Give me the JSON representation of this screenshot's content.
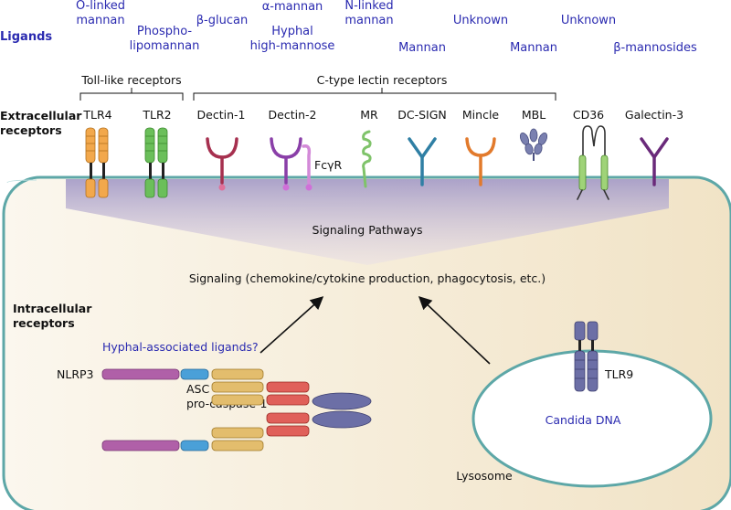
{
  "colors": {
    "cell_fill": "#f4ecd9",
    "cell_border": "#5da7a7",
    "ligand_text": "#2a2ab0",
    "tlr4": "#f2a84c",
    "tlr2": "#6bbf5a",
    "dectin1": "#a6304f",
    "dectin2": "#8a3fa8",
    "mr": "#7fc36a",
    "dcsign": "#2f7fa4",
    "mincle": "#e27a2c",
    "mbl": "#7a80b0",
    "galectin3": "#6a2a7a",
    "nlrp3": "#b060a8",
    "asc": "#e3bd6d",
    "caspase": "#e0605a",
    "tlr9": "#6c6fa6"
  },
  "ligands": {
    "title": "Ligands",
    "items": [
      {
        "lines": [
          "O-linked",
          "mannan"
        ]
      },
      {
        "lines": [
          "Phospho-",
          "lipomannan"
        ]
      },
      {
        "lines": [
          "β-glucan"
        ]
      },
      {
        "lines": [
          "α-mannan"
        ]
      },
      {
        "lines": [
          "Hyphal",
          "high-mannose"
        ]
      },
      {
        "lines": [
          "N-linked",
          "mannan"
        ]
      },
      {
        "lines": [
          "Unknown"
        ]
      },
      {
        "lines": [
          "Mannan"
        ]
      },
      {
        "lines": [
          "Mannan"
        ]
      },
      {
        "lines": [
          "Unknown"
        ]
      },
      {
        "lines": [
          "β-mannosides"
        ]
      }
    ]
  },
  "groups": {
    "tlr": "Toll-like receptors",
    "clr": "C-type lectin receptors"
  },
  "extracellular_label": [
    "Extracellular",
    "receptors"
  ],
  "receptors": [
    "TLR4",
    "TLR2",
    "Dectin-1",
    "Dectin-2",
    "MR",
    "DC-SIGN",
    "Mincle",
    "MBL",
    "CD36",
    "Galectin-3"
  ],
  "fcgr_label": "FcγR",
  "signaling_pathways": "Signaling Pathways",
  "signaling_text": "Signaling (chemokine/cytokine production, phagocytosis, etc.)",
  "intracellular_label": [
    "Intracellular",
    "receptors"
  ],
  "inflammasome": {
    "question": "Hyphal-associated ligands?",
    "nlrp3": "NLRP3",
    "asc": "ASC",
    "procaspase": "pro-caspase-1"
  },
  "lysosome": {
    "tlr9": "TLR9",
    "dna": "Candida DNA",
    "label": "Lysosome"
  }
}
